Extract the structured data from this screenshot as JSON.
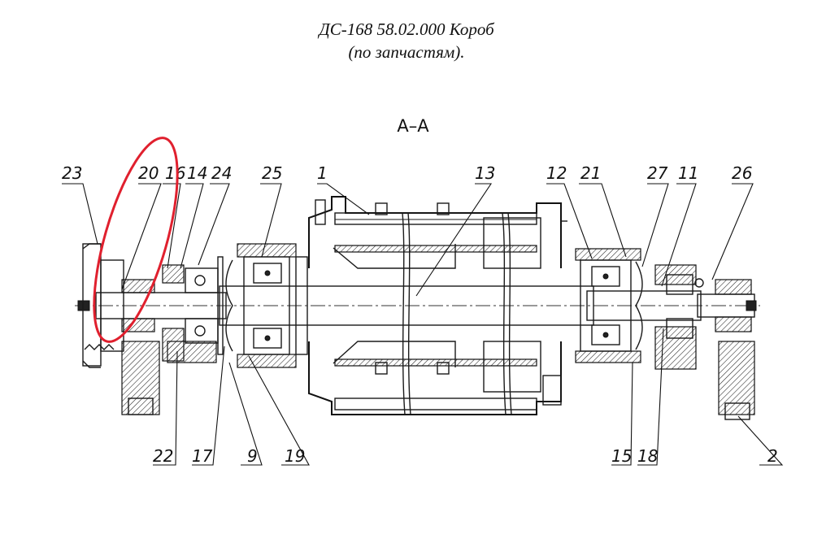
{
  "header": {
    "title_line1": "ДС-168 58.02.000 Короб",
    "title_line2": "(по запчастям)."
  },
  "section_label": "А–А",
  "callouts": {
    "top": [
      "23",
      "20",
      "16",
      "14",
      "24",
      "25",
      "1",
      "13",
      "12",
      "21",
      "27",
      "11",
      "26"
    ],
    "bottom": [
      "22",
      "17",
      "9",
      "19",
      "15",
      "18",
      "2"
    ]
  },
  "highlight": {
    "color": "#e0202e",
    "shape": "ellipse"
  },
  "colors": {
    "ink": "#111111",
    "paper": "#ffffff"
  }
}
